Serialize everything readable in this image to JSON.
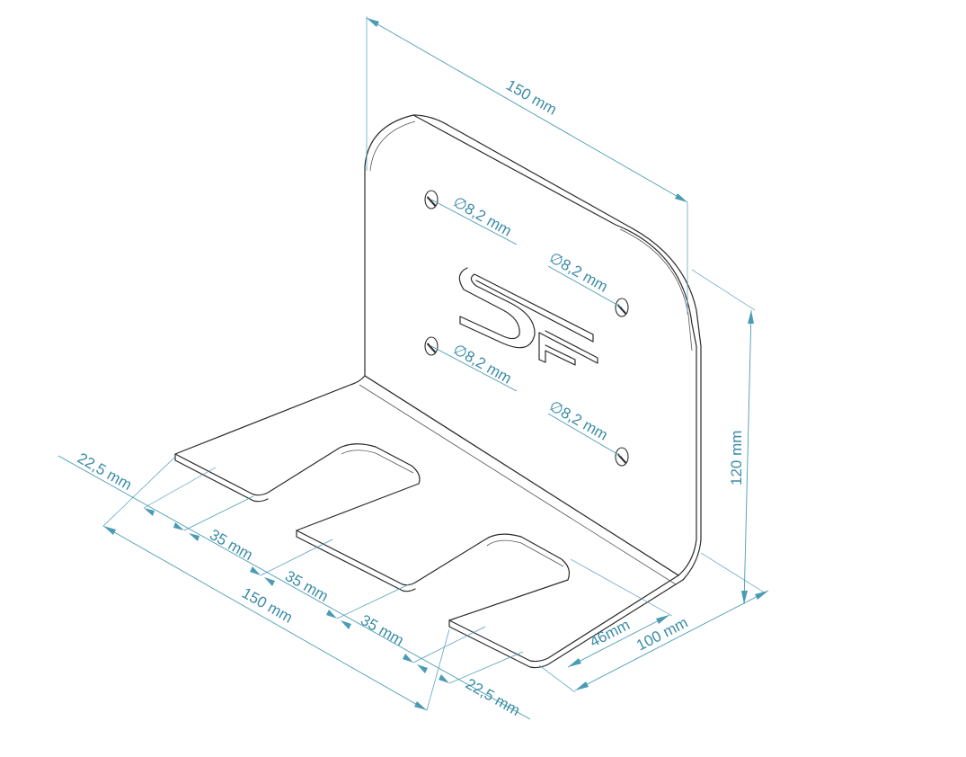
{
  "drawing": {
    "subject": "",
    "dimensions": {
      "top_width": "150 mm",
      "height": "120 mm",
      "depth_total": "100 mm",
      "depth_slot": "46mm",
      "bottom_width": "150 mm",
      "edge_left": "22,5 mm",
      "edge_right": "22,5 mm",
      "gap_1": "35 mm",
      "gap_2": "35 mm",
      "gap_3": "35 mm",
      "hole_1": "∅8,2 mm",
      "hole_2": "∅8,2 mm",
      "hole_3": "∅8,2 mm",
      "hole_4": "∅8,2 mm"
    },
    "colors": {
      "dimension": "#4a9bb3",
      "part_outline": "#2b2b2b"
    }
  }
}
